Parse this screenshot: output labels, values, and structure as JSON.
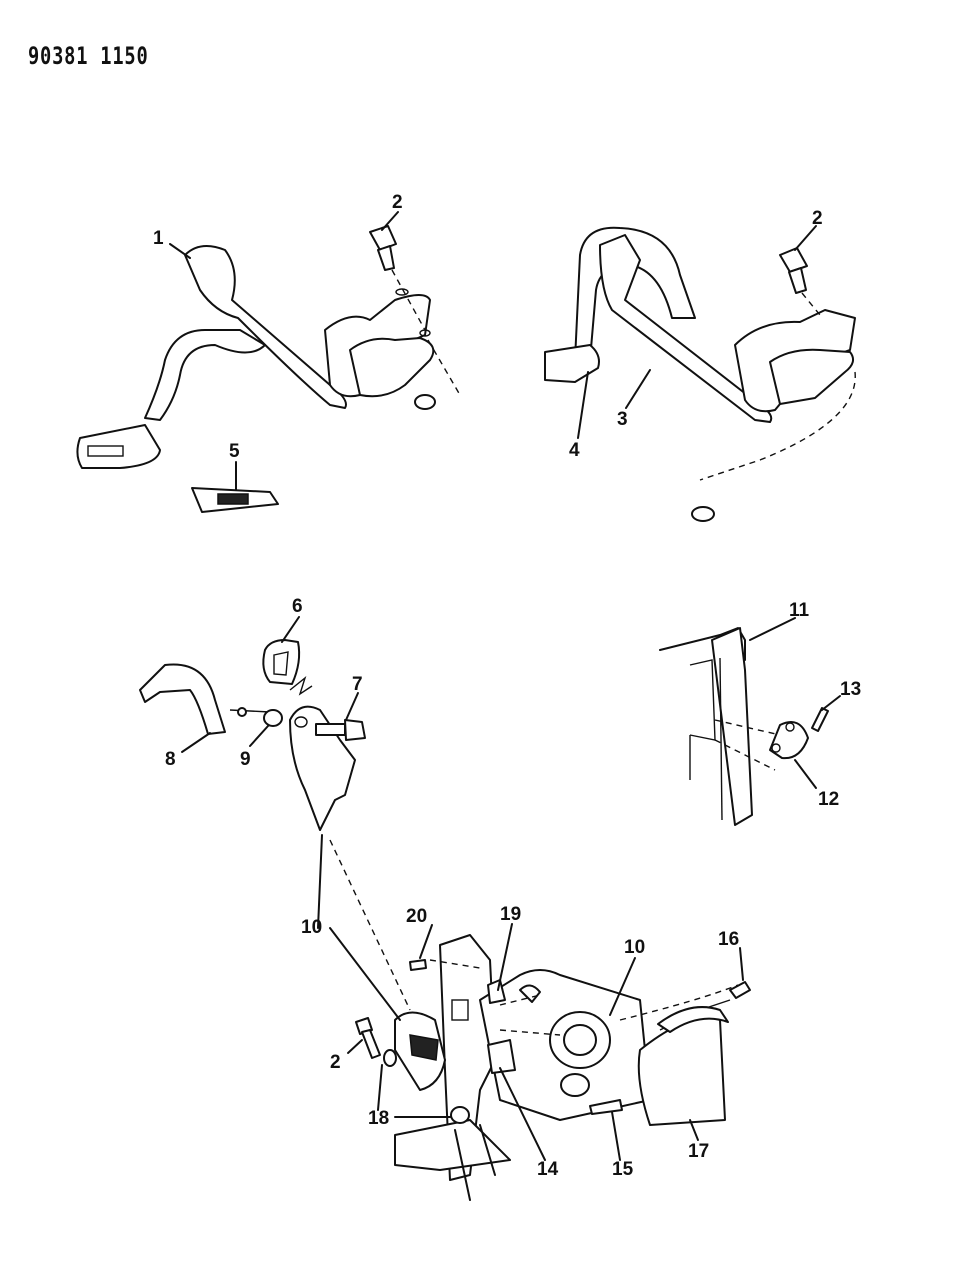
{
  "document_code": "90381 1150",
  "callouts": {
    "c1": "1",
    "c2a": "2",
    "c2b": "2",
    "c2c": "2",
    "c3": "3",
    "c4": "4",
    "c5": "5",
    "c6": "6",
    "c7": "7",
    "c8": "8",
    "c9": "9",
    "c10a": "10",
    "c10b": "10",
    "c11": "11",
    "c12": "12",
    "c13": "13",
    "c14": "14",
    "c15": "15",
    "c16": "16",
    "c17": "17",
    "c18": "18",
    "c19": "19",
    "c20": "20"
  }
}
